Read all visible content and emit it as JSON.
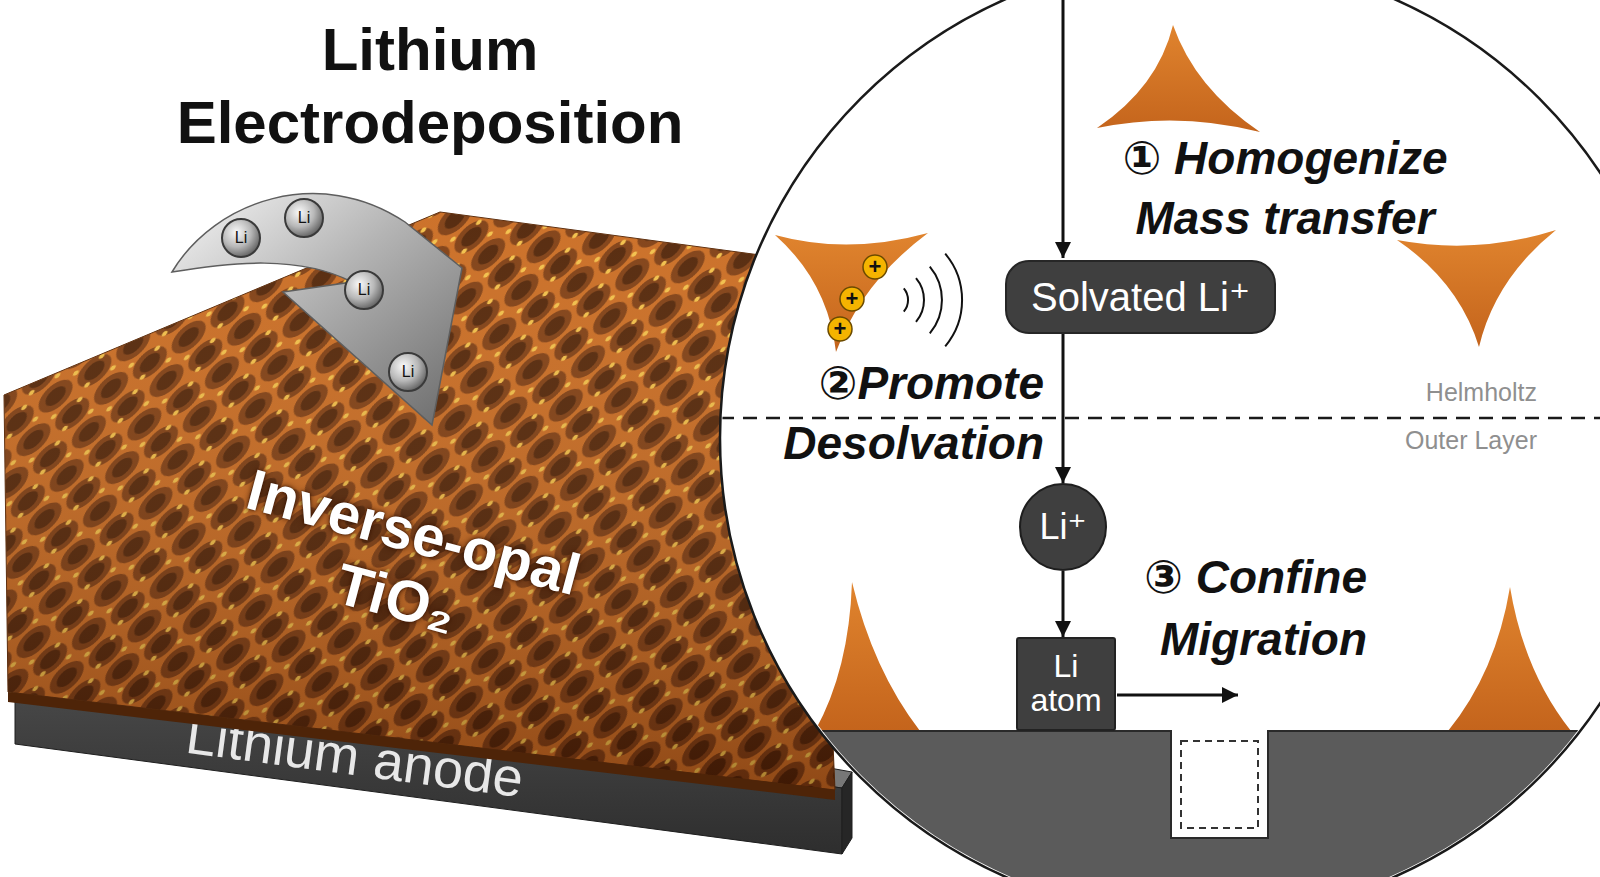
{
  "diagram": {
    "nodes": [
      {
        "text": [
          "Li"
        ]
      },
      {
        "text": [
          "Li"
        ]
      },
      {
        "text": [
          "Li"
        ]
      },
      {
        "text": [
          "Li"
        ]
      },
      {
        "text": [
          "Inverse-opal TiO₂"
        ]
      },
      {
        "text": [
          "Lithium anode"
        ]
      },
      {
        "text": [
          "① Homogenize Mass transfer",
          "②Promote Desolvation",
          "③ Confine Migration",
          "Helmholtz Outer Layer"
        ]
      },
      {
        "text": [
          "Solvated Li⁺"
        ],
        "in": 6
      },
      {
        "text": [
          "Li⁺"
        ],
        "in": 6
      },
      {
        "text": [
          "Li atom"
        ],
        "in": 6
      }
    ],
    "edges": [
      {
        "from": 7,
        "to": 8,
        "arrow": "to"
      },
      {
        "from": 8,
        "to": 9,
        "arrow": "to"
      }
    ],
    "labels": [
      "Lithium Electrodeposition",
      "+",
      "+",
      "+"
    ]
  }
}
